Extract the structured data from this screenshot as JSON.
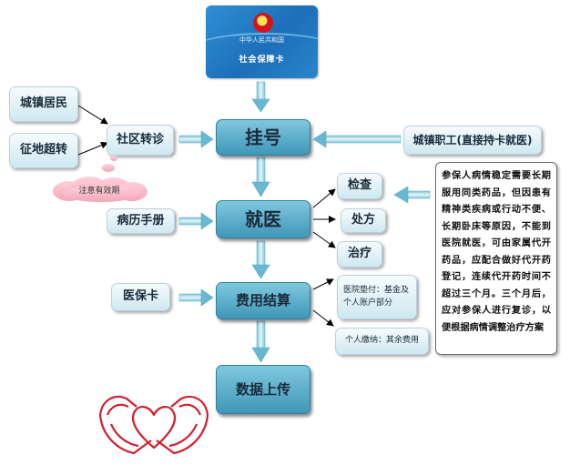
{
  "card": {
    "subtitle": "中华人民共和国",
    "title": "社会保障卡"
  },
  "nodes": {
    "urban_resident": "城镇居民",
    "land_acquisition": "征地超转",
    "community_referral": "社区转诊",
    "registration": "挂号",
    "urban_worker": "城镇职工(直接持卡就医)",
    "attention_note": "注意有效期",
    "medical_record_book": "病历手册",
    "consultation": "就医",
    "examination": "检查",
    "prescription": "处方",
    "treatment": "治疗",
    "insurance_card": "医保卡",
    "settlement": "费用结算",
    "hospital_advance": "医院垫付：基金及个人账户部分",
    "personal_payment": "个人缴纳：其余费用",
    "data_upload": "数据上传"
  },
  "side_note": "参保人病情稳定需要长期服用同类药品，但因患有精神类疾病或行动不便、长期卧床等原因，不能到医院就医，可由家属代开药品，应配合做好代开药登记，连续代开药时间不超过三个月。三个月后，应对参保人进行复诊，以便根据病情调整治疗方案",
  "decor": {
    "hands_icon": "hands-heart-icon",
    "accent": "#3f97b8"
  }
}
